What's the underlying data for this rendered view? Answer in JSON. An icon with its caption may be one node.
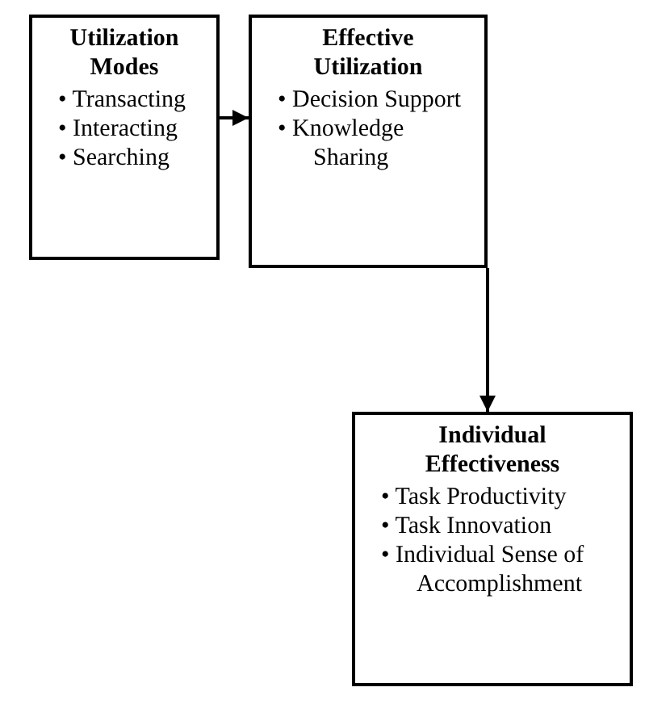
{
  "diagram": {
    "nodes": [
      {
        "text": [
          "Utilization Modes",
          "• Transacting",
          "• Interacting",
          "• Searching"
        ]
      },
      {
        "text": [
          "Effective Utilization",
          "• Decision Support",
          "• Knowledge Sharing"
        ]
      },
      {
        "text": [
          "Individual Effectiveness",
          "• Task Productivity",
          "• Task Innovation",
          "• Individual Sense of Accomplishment"
        ]
      }
    ],
    "edges": [
      {
        "from": 0,
        "to": 1,
        "arrow": "to"
      },
      {
        "from": 1,
        "to": 2,
        "arrow": "to"
      }
    ]
  }
}
